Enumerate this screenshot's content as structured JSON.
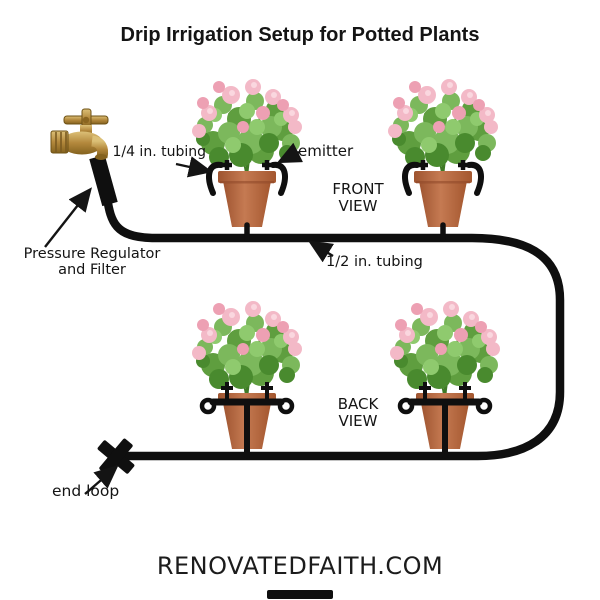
{
  "title": "Drip Irrigation Setup for Potted Plants",
  "watermark": "RENOVATEDFAITH.COM",
  "labels": {
    "quarter_tubing": "1/4 in. tubing",
    "emitter": "emitter",
    "front_view": "FRONT\nVIEW",
    "pressure_regulator": "Pressure Regulator\nand Filter",
    "half_tubing": "1/2 in. tubing",
    "back_view": "BACK\nVIEW",
    "end_loop": "end loop"
  },
  "colors": {
    "tubing": "#0f0f0f",
    "text": "#141414",
    "pot_terracotta": "#b96746",
    "leaf_green": "#5f9e3f",
    "flower_pink": "#f3b9c7",
    "brass": "#b3883c"
  },
  "diagram": {
    "plants": [
      {
        "view": "front",
        "position": "top-left"
      },
      {
        "view": "front",
        "position": "top-right"
      },
      {
        "view": "back",
        "position": "bottom-left"
      },
      {
        "view": "back",
        "position": "bottom-right"
      }
    ],
    "components": [
      "faucet",
      "pressure regulator and filter",
      "1/2 in. main tubing loop",
      "1/4 in. tubing",
      "emitters",
      "end loop"
    ]
  }
}
